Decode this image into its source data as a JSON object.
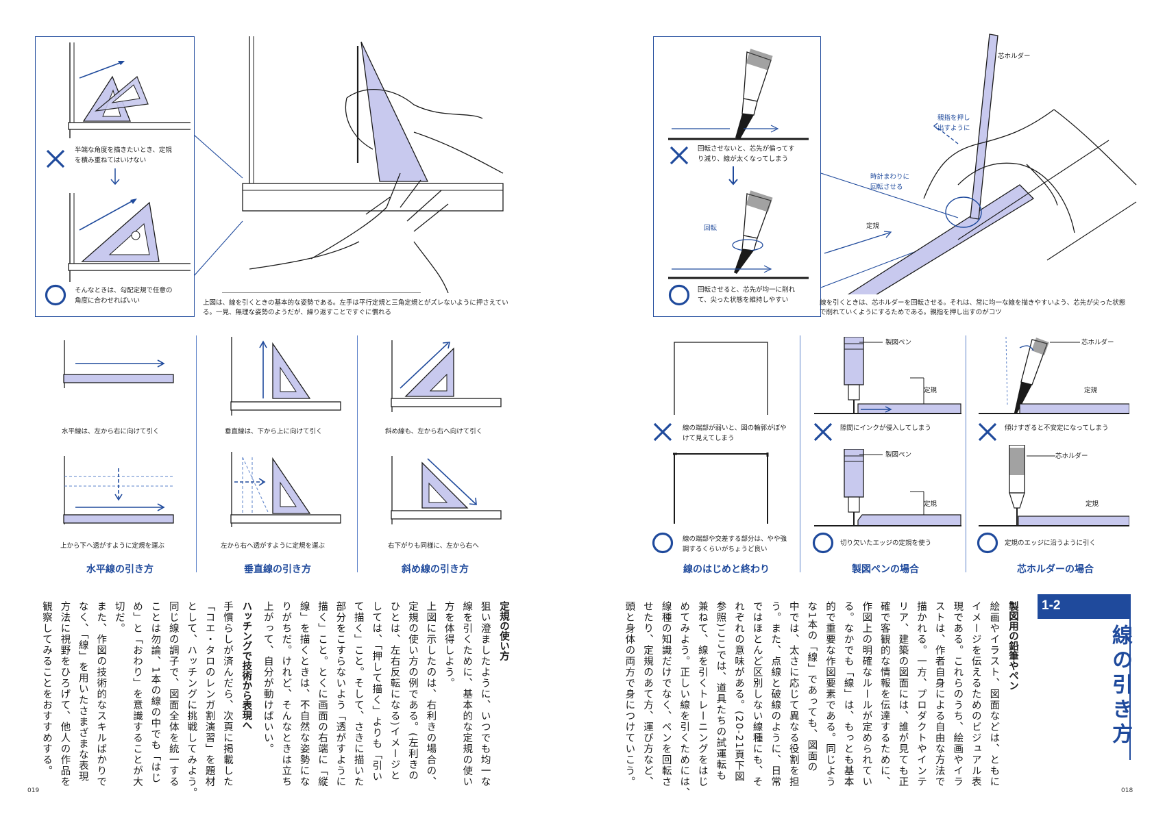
{
  "colors": {
    "accent": "#1f4a9c",
    "fill": "#c8c9ee",
    "line": "#1a1a1a"
  },
  "left": {
    "box1": {
      "wrong_text": "半端な角度を描きたいとき、定規\nを積み重ねてはいけない",
      "right_text": "そんなときは、勾配定規で任意の\n角度に合わせればいい"
    },
    "main_caption": "上図は、線を引くときの基本的な姿勢である。左手は平行定規と三角定規とがズレないように押さえてい\nる。一見、無理な姿勢のようだが、繰り返すことですぐに慣れる",
    "cols": [
      {
        "cap1": "水平線は、左から右に向けて引く",
        "cap2": "上から下へ透がすように定規を運ぶ",
        "title": "水平線の引き方"
      },
      {
        "cap1": "垂直線は、下から上に向けて引く",
        "cap2": "左から右へ透がすように定規を運ぶ",
        "title": "垂直線の引き方"
      },
      {
        "cap1": "斜め線も、左から右へ向けて引く",
        "cap2": "右下がりも同様に、左から右へ",
        "title": "斜め線の引き方"
      }
    ],
    "body": [
      {
        "type": "head",
        "text": "定規の使い方"
      },
      {
        "type": "text",
        "text": "狙い澄ましたように、いつでも均一な"
      },
      {
        "type": "text",
        "text": "線を引くために、基本的な定規の使い"
      },
      {
        "type": "text",
        "text": "方を体得しよう。"
      },
      {
        "type": "text",
        "text": "上図に示したのは、右利きの場合の、"
      },
      {
        "type": "text",
        "text": "定規の使い方の例である。(左利きの"
      },
      {
        "type": "text",
        "text": "ひとは、左右反転になる)イメージと"
      },
      {
        "type": "text",
        "text": "しては、「押して描く」よりも「引い"
      },
      {
        "type": "text",
        "text": "て描く」こと。そして、さきに描いた"
      },
      {
        "type": "text",
        "text": "部分をこすらないよう「透がすように"
      },
      {
        "type": "text",
        "text": "描く」こと。とくに画面の右端に「縦"
      },
      {
        "type": "text",
        "text": "線」を描くときは、不自然な姿勢にな"
      },
      {
        "type": "text",
        "text": "りがちだ。けれど、そんなときは立ち"
      },
      {
        "type": "text",
        "text": "上がって、自分が動けばいい。"
      },
      {
        "type": "head",
        "text": "ハッチングで技術から表現へ"
      },
      {
        "type": "text",
        "text": "手慣らしが済んだら、次頁に掲載した"
      },
      {
        "type": "text",
        "text": "「コエ・タロのレンガ割演習」を題材"
      },
      {
        "type": "text",
        "text": "として、ハッチングに挑戦してみよう。"
      },
      {
        "type": "text",
        "text": "同じ線の調子で、図面全体を統一する"
      },
      {
        "type": "text",
        "text": "ことは勿論、1本の線の中でも「はじ"
      },
      {
        "type": "text",
        "text": "め」と「おわり」を意識することが大"
      },
      {
        "type": "text",
        "text": "切だ。"
      },
      {
        "type": "text",
        "text": "また、作図の技術的なスキルばかりで"
      },
      {
        "type": "text",
        "text": "なく、「線」を用いたさまざまな表現"
      },
      {
        "type": "text",
        "text": "方法に視野をひろげて、他人の作品を"
      },
      {
        "type": "text",
        "text": "観察してみることをおすすめする。"
      }
    ],
    "page_no": "019"
  },
  "right": {
    "box1": {
      "wrong_text": "回転させないと、芯先が偏ってす\nり減り、線が太くなってしまう",
      "rotate_label": "回転",
      "right_text": "回転させると、芯先が均一に削れ\nて、尖った状態を維持しやすい"
    },
    "labels": {
      "holder": "芯ホルダー",
      "push": "親指を押し\n出すように",
      "clockwise": "時計まわりに\n回転させる",
      "ruler": "定規"
    },
    "main_caption": "線を引くときは、芯ホルダーを回転させる。それは、常に均一な線を描きやすいよう、芯先が尖った状態\nで削れていくようにするためである。親指を押し出すのがコツ",
    "cols": [
      {
        "wrong": "線の端部が弱いと、図の輪郭がぼや\nけて見えてしまう",
        "right": "線の端部や交差する部分は、やや強\n調するくらいがちょうど良い",
        "title": "線のはじめと終わり"
      },
      {
        "pen_label": "製図ペン",
        "ruler_label": "定規",
        "wrong": "隙間にインクが侵入してしまう",
        "right": "切り欠いたエッジの定規を使う",
        "title": "製図ペンの場合"
      },
      {
        "pen_label": "芯ホルダー",
        "ruler_label": "定規",
        "wrong": "傾けすぎると不安定になってしまう",
        "right": "定規のエッジに沿うように引く",
        "title": "芯ホルダーの場合"
      }
    ],
    "chapter_no": "1-2",
    "chapter_title": "線の引き方",
    "body": [
      {
        "type": "head",
        "text": "製図用の鉛筆やペン"
      },
      {
        "type": "text",
        "text": "絵画やイラスト、図面などは、ともに"
      },
      {
        "type": "text",
        "text": "イメージを伝えるためのビジュアル表"
      },
      {
        "type": "text",
        "text": "現である。これらのうち、絵画やイラ"
      },
      {
        "type": "text",
        "text": "ストは、作者自身による自由な方法で"
      },
      {
        "type": "text",
        "text": "描かれる。一方、プロダクトやインテ"
      },
      {
        "type": "text",
        "text": "リア、建築の図面には、誰が見ても正"
      },
      {
        "type": "text",
        "text": "確で客観的な情報を伝達するために、"
      },
      {
        "type": "text",
        "text": "作図上の明確なルールが定められてい"
      },
      {
        "type": "text",
        "text": "る。なかでも「線」は、もっとも基本"
      },
      {
        "type": "text",
        "text": "的で重要な作図要素である。同じよう"
      },
      {
        "type": "text",
        "text": "な1本の「線」であっても、図面の"
      },
      {
        "type": "text",
        "text": "中では、太さに応じて異なる役割を担"
      },
      {
        "type": "text",
        "text": "う。また、点線と破線のように、日常"
      },
      {
        "type": "text",
        "text": "ではほとんど区別しない線種にも、そ"
      },
      {
        "type": "text",
        "text": "れぞれの意味がある。(20-21頁下図"
      },
      {
        "type": "text",
        "text": "参照)ここでは、道具たちの試運転も"
      },
      {
        "type": "text",
        "text": "兼ねて、線を引くトレーニングをはじ"
      },
      {
        "type": "text",
        "text": "めてみよう。正しい線を引くためには、"
      },
      {
        "type": "text",
        "text": "線種の知識だけでなく、ペンを回転さ"
      },
      {
        "type": "text",
        "text": "せたり、定規のあて方、運び方など、"
      },
      {
        "type": "text",
        "text": "頭と身体の両方で身につけていこう。"
      }
    ],
    "page_no": "018"
  }
}
